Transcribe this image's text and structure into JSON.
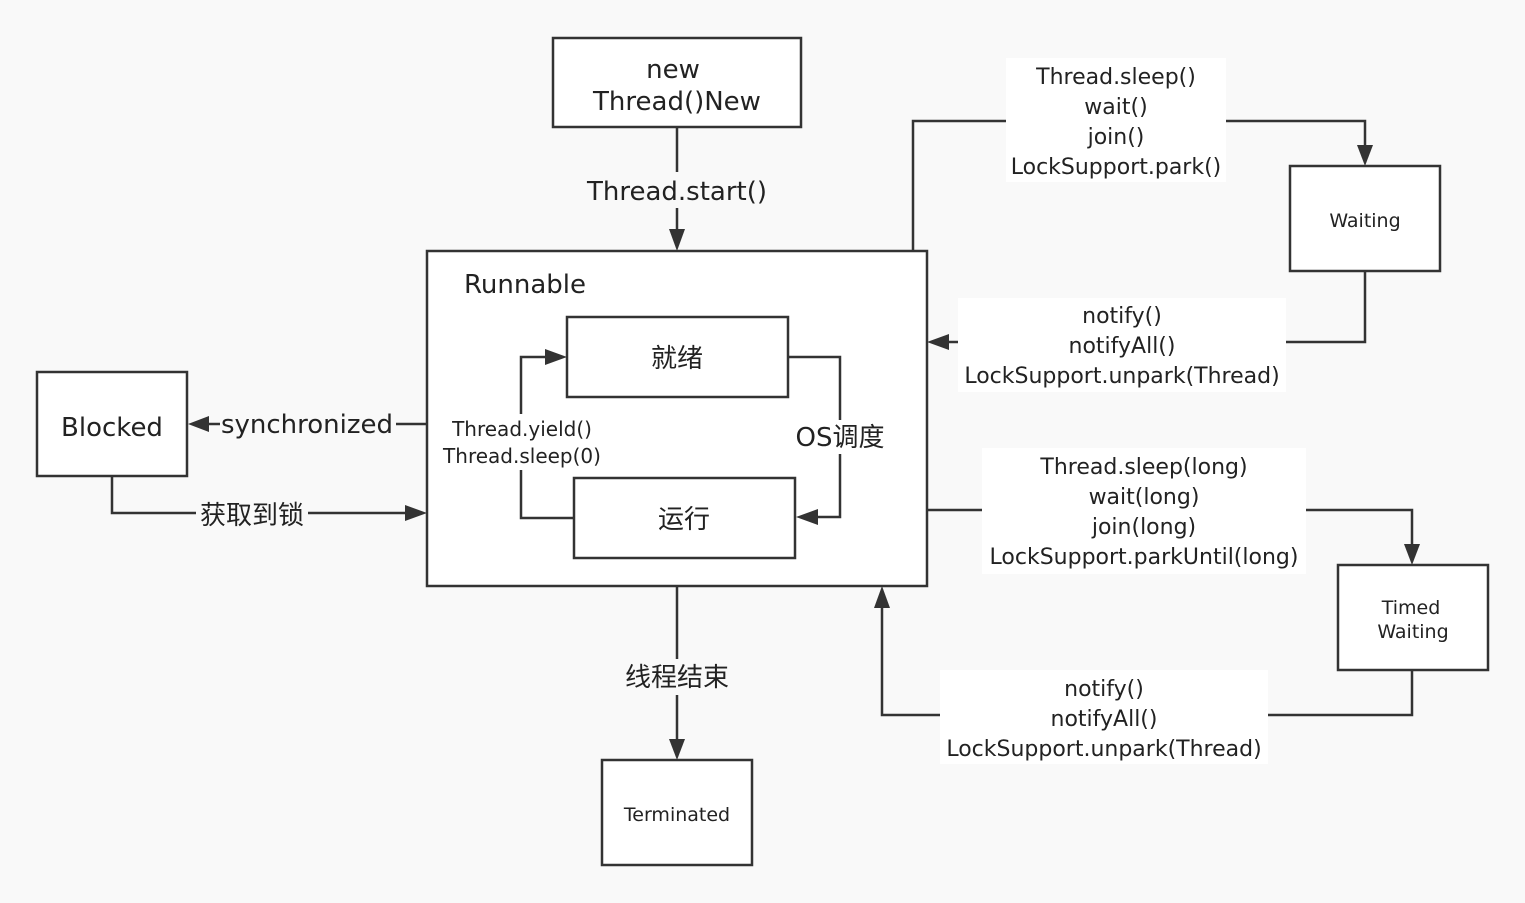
{
  "states": {
    "new_thread": [
      "new",
      "Thread()New"
    ],
    "runnable": "Runnable",
    "ready": "就绪",
    "running": "运行",
    "blocked": "Blocked",
    "waiting": "Waiting",
    "timed_waiting": [
      "Timed",
      "Waiting"
    ],
    "terminated": "Terminated"
  },
  "transitions": {
    "start": "Thread.start()",
    "yield": [
      "Thread.yield()",
      "Thread.sleep(0)"
    ],
    "os_schedule": "OS调度",
    "synchronized": "synchronized",
    "acquire_lock": "获取到锁",
    "thread_end": "线程结束",
    "to_waiting": [
      "Thread.sleep()",
      "wait()",
      "join()",
      "LockSupport.park()"
    ],
    "from_waiting": [
      "notify()",
      "notifyAll()",
      "LockSupport.unpark(Thread)"
    ],
    "to_timed_waiting": [
      "Thread.sleep(long)",
      "wait(long)",
      "join(long)",
      "LockSupport.parkUntil(long)"
    ],
    "from_timed_waiting": [
      "notify()",
      "notifyAll()",
      "LockSupport.unpark(Thread)"
    ]
  }
}
